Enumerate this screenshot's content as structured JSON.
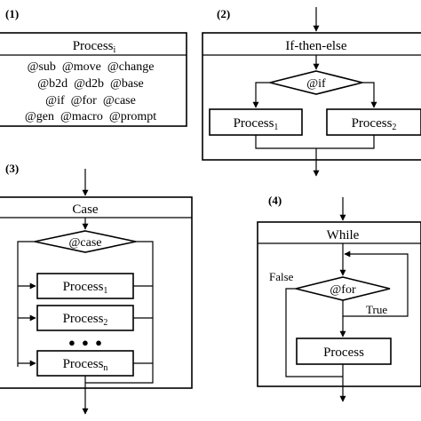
{
  "colors": {
    "stroke": "#000000",
    "background": "#ffffff"
  },
  "panel1": {
    "number": "(1)",
    "title_main": "Process",
    "title_sub": "i",
    "lines": [
      "@sub  @move  @change",
      "@b2d  @d2b  @base",
      "@if  @for  @case",
      "@gen  @macro  @prompt"
    ]
  },
  "panel2": {
    "number": "(2)",
    "title": "If-then-else",
    "decision": "@if",
    "left_main": "Process",
    "left_sub": "1",
    "right_main": "Process",
    "right_sub": "2"
  },
  "panel3": {
    "number": "(3)",
    "title": "Case",
    "decision": "@case",
    "process_main": "Process",
    "subs": [
      "1",
      "2",
      "n"
    ],
    "dots": "●  ●  ●"
  },
  "panel4": {
    "number": "(4)",
    "title": "While",
    "decision": "@for",
    "false_label": "False",
    "true_label": "True",
    "process": "Process"
  }
}
